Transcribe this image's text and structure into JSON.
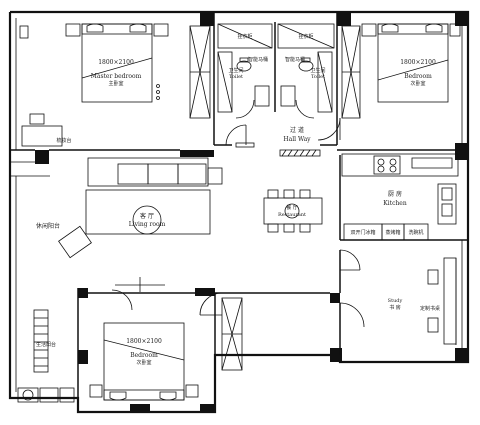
{
  "rooms": {
    "master_bedroom": {
      "bed_size": "1800×2100",
      "en": "Master bedroom",
      "cn": "主卧室"
    },
    "bedroom_right": {
      "bed_size": "1800×2100",
      "en": "Bedroom",
      "cn": "次卧室"
    },
    "bedroom_bottom": {
      "bed_size": "1800×2100",
      "en": "Bedroom",
      "cn": "次卧室"
    },
    "toilet_left": {
      "cn": "卫生间",
      "en": "Toilet",
      "fixture": "智能马桶",
      "cabinet": "挂衣柜"
    },
    "toilet_right": {
      "cn": "卫生间",
      "en": "Toilet",
      "fixture": "智能马桶",
      "cabinet": "挂衣柜"
    },
    "hallway": {
      "cn": "过 道",
      "en": "Hall Way"
    },
    "living_room": {
      "cn": "客 厅",
      "en": "Living room"
    },
    "restaurant": {
      "cn": "餐 厅",
      "en": "Restaurant"
    },
    "kitchen": {
      "cn": "厨 房",
      "en": "Kitchen",
      "fridge": "双开门冰箱",
      "steam_oven": "蒸烤箱",
      "washer": "洗碗机"
    },
    "study": {
      "en": "Study",
      "cn": "书 房",
      "desk": "定制书桌"
    },
    "leisure_balcony": {
      "cn": "休闲阳台"
    },
    "master_desk": {
      "cn": "梳妆台"
    },
    "service_balcony": {
      "cn": "生活阳台"
    }
  }
}
